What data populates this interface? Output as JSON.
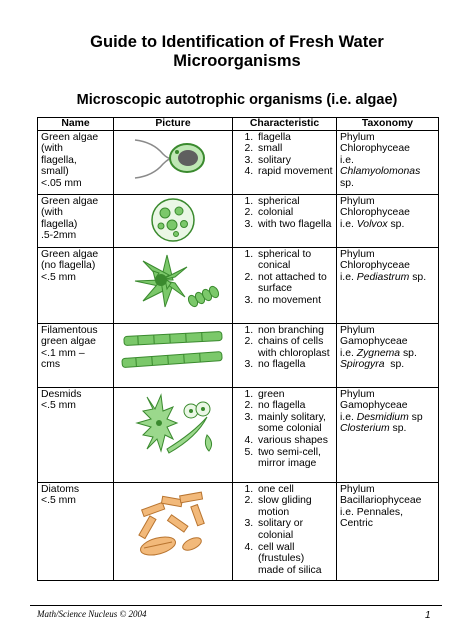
{
  "title_line1": "Guide to Identification of Fresh Water",
  "title_line2": "Microorganisms",
  "subtitle": "Microscopic autotrophic organisms (i.e. algae)",
  "columns": [
    "Name",
    "Picture",
    "Characteristic",
    "Taxonomy"
  ],
  "rows": [
    {
      "name": [
        "Green algae",
        "(with",
        "flagella,",
        "small)",
        "<.05 mm"
      ],
      "picture": "flagellated single cell green alga drawing",
      "characteristics": [
        "flagella",
        "small",
        "solitary",
        "rapid movement"
      ],
      "taxonomy": {
        "phylum": "Phylum",
        "class": "Chlorophyceae",
        "ie": "i.e.",
        "genus": "Chlamyolomonas",
        "sp": "sp."
      }
    },
    {
      "name": [
        "Green algae",
        "(with",
        "flagella)",
        ".5-2mm"
      ],
      "picture": "spherical colony green alga drawing",
      "characteristics": [
        "spherical",
        "colonial",
        "with two flagella"
      ],
      "taxonomy": {
        "phylum": "Phylum",
        "class": "Chlorophyceae",
        "ie": "i.e.",
        "genus": "Volvox",
        "sp": "sp."
      }
    },
    {
      "name": [
        "Green algae",
        "(no flagella)",
        "<.5 mm"
      ],
      "picture": "star-shaped colony and filament drawing",
      "characteristics": [
        "spherical to conical",
        "not attached to surface",
        "no movement"
      ],
      "taxonomy": {
        "phylum": "Phylum",
        "class": "Chlorophyceae",
        "ie": "i.e.",
        "genus": "Pediastrum",
        "sp": "sp."
      }
    },
    {
      "name": [
        "Filamentous",
        "green algae",
        "<.1 mm –",
        "cms"
      ],
      "picture": "two filament strands drawing",
      "characteristics": [
        "non branching",
        "chains of cells with chloroplast",
        "no flagella"
      ],
      "taxonomy": {
        "phylum": "Phylum",
        "class": "Gamophyceae",
        "ie": "i.e.",
        "genus": "Zygnema",
        "sp": "sp.",
        "genus2": "Spirogyra",
        "sp2": "sp."
      }
    },
    {
      "name": [
        "Desmids",
        "<.5 mm"
      ],
      "picture": "desmid drawings",
      "characteristics": [
        "green",
        "no flagella",
        "mainly solitary, some colonial",
        "various shapes",
        "two semi-cell, mirror image"
      ],
      "taxonomy": {
        "phylum": "Phylum",
        "class": "Gamophyceae",
        "ie": "i.e.",
        "genus": "Desmidium",
        "sp": "sp",
        "genus2": "Closterium",
        "sp2": "sp."
      }
    },
    {
      "name": [
        "Diatoms",
        "<.5 mm"
      ],
      "picture": "diatom drawings",
      "characteristics": [
        "one cell",
        "slow gliding motion",
        "solitary or colonial",
        "cell wall (frustules) made of silica"
      ],
      "taxonomy": {
        "phylum": "Phylum",
        "class": "Bacillariophyceae",
        "ie": "i.e. Pennales,",
        "genus": "Centric"
      }
    }
  ],
  "footer": {
    "left": "Math/Science Nucleus © 2004",
    "page": "1"
  },
  "colors": {
    "green": "#7bc86a",
    "dark_green": "#3a8a2e",
    "diatom": "#e7a25a",
    "gray": "#9a9a9a"
  }
}
